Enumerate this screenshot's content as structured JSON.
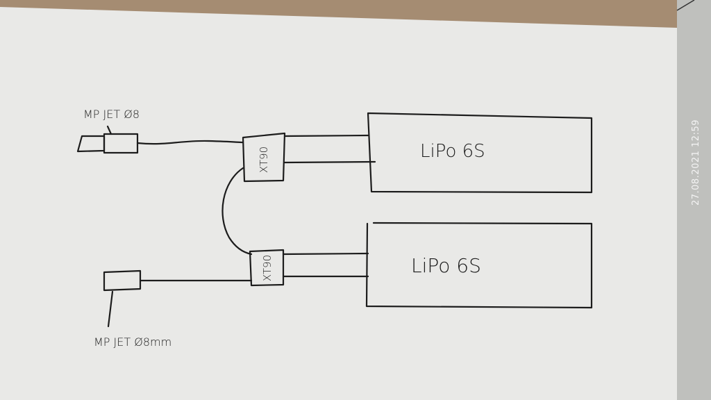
{
  "connectors": {
    "top_jet_label": "MP JET Ø8",
    "bottom_jet_label": "MP JET Ø8mm",
    "top_xt_label": "XT90",
    "bottom_xt_label": "XT90"
  },
  "batteries": [
    {
      "label": "LiPo 6S"
    },
    {
      "label": "LiPo 6S"
    }
  ],
  "timestamp": "27.08.2021 12:59"
}
